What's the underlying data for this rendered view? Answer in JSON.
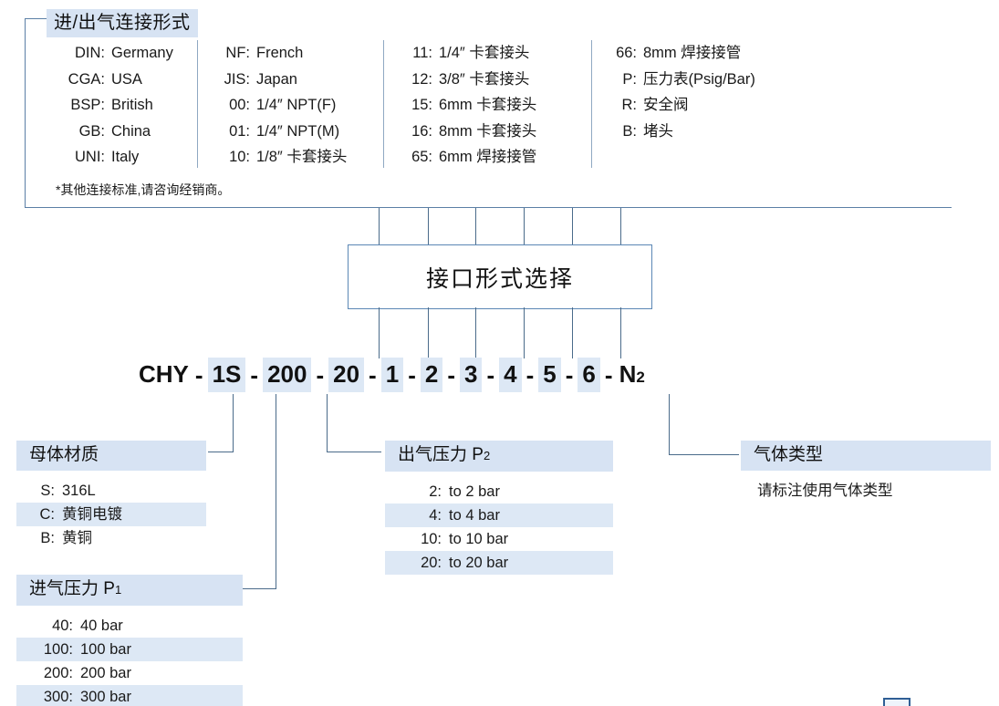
{
  "connection_panel": {
    "title": "进/出气连接形式",
    "note": "*其他连接标准,请咨询经销商。",
    "columns": [
      {
        "items": [
          {
            "key": "DIN:",
            "value": "Germany"
          },
          {
            "key": "CGA:",
            "value": "USA"
          },
          {
            "key": "BSP:",
            "value": "British"
          },
          {
            "key": "GB:",
            "value": "China"
          },
          {
            "key": "UNI:",
            "value": "Italy"
          }
        ]
      },
      {
        "items": [
          {
            "key": "NF:",
            "value": "French"
          },
          {
            "key": "JIS:",
            "value": "Japan"
          },
          {
            "key": "00:",
            "value": "1/4″ NPT(F)"
          },
          {
            "key": "01:",
            "value": "1/4″ NPT(M)"
          },
          {
            "key": "10:",
            "value": "1/8″  卡套接头"
          }
        ]
      },
      {
        "items": [
          {
            "key": "11:",
            "value": "1/4″  卡套接头"
          },
          {
            "key": "12:",
            "value": "3/8″  卡套接头"
          },
          {
            "key": "15:",
            "value": "6mm 卡套接头"
          },
          {
            "key": "16:",
            "value": "8mm 卡套接头"
          },
          {
            "key": "65:",
            "value": "6mm 焊接接管"
          }
        ]
      },
      {
        "items": [
          {
            "key": "66:",
            "value": "8mm 焊接接管"
          },
          {
            "key": "P:",
            "value": "压力表(Psig/Bar)"
          },
          {
            "key": "R:",
            "value": "安全阀"
          },
          {
            "key": "B:",
            "value": "堵头"
          }
        ]
      }
    ]
  },
  "center_box": {
    "label": "接口形式选择"
  },
  "model_code": {
    "segments": [
      {
        "text": "CHY",
        "highlight": false
      },
      {
        "text": "-",
        "dash": true
      },
      {
        "text": "1S",
        "highlight": true
      },
      {
        "text": "-",
        "dash": true
      },
      {
        "text": "200",
        "highlight": true
      },
      {
        "text": "-",
        "dash": true
      },
      {
        "text": "20",
        "highlight": true
      },
      {
        "text": "-",
        "dash": true
      },
      {
        "text": "1",
        "highlight": true
      },
      {
        "text": "-",
        "dash": true
      },
      {
        "text": "2",
        "highlight": true
      },
      {
        "text": "-",
        "dash": true
      },
      {
        "text": "3",
        "highlight": true
      },
      {
        "text": "-",
        "dash": true
      },
      {
        "text": "4",
        "highlight": true
      },
      {
        "text": "-",
        "dash": true
      },
      {
        "text": "5",
        "highlight": true
      },
      {
        "text": "-",
        "dash": true
      },
      {
        "text": "6",
        "highlight": true
      },
      {
        "text": "-",
        "dash": true
      },
      {
        "text": "N2",
        "highlight": false
      }
    ],
    "full_code": "CHY - 1S -200- 20 - 1 - 2 - 3 - 4 - 5 - 6 - N2"
  },
  "body_material": {
    "title": "母体材质",
    "items": [
      {
        "key": "S:",
        "value": "316L",
        "highlight": false
      },
      {
        "key": "C:",
        "value": "黄铜电镀",
        "highlight": true
      },
      {
        "key": "B:",
        "value": "黄铜",
        "highlight": false
      }
    ]
  },
  "inlet_pressure": {
    "title": "进气压力 P",
    "title_sub": "1",
    "items": [
      {
        "key": "40:",
        "value": "40 bar",
        "highlight": false
      },
      {
        "key": "100:",
        "value": "100 bar",
        "highlight": true
      },
      {
        "key": "200:",
        "value": "200 bar",
        "highlight": false
      },
      {
        "key": "300:",
        "value": "300 bar",
        "highlight": true
      }
    ]
  },
  "outlet_pressure": {
    "title": "出气压力 P",
    "title_sub": "2",
    "items": [
      {
        "key": "2:",
        "value": "to 2 bar",
        "highlight": false
      },
      {
        "key": "4:",
        "value": "to 4 bar",
        "highlight": true
      },
      {
        "key": "10:",
        "value": "to 10 bar",
        "highlight": false
      },
      {
        "key": "20:",
        "value": "to 20 bar",
        "highlight": true
      }
    ]
  },
  "gas_type": {
    "title": "气体类型",
    "note": "请标注使用气体类型"
  },
  "colors": {
    "highlight": "#d7e3f3",
    "code_highlight": "#dde8f5",
    "line": "#4a6b8a",
    "box_border": "#5b87b5",
    "text": "#1a1a1a"
  }
}
